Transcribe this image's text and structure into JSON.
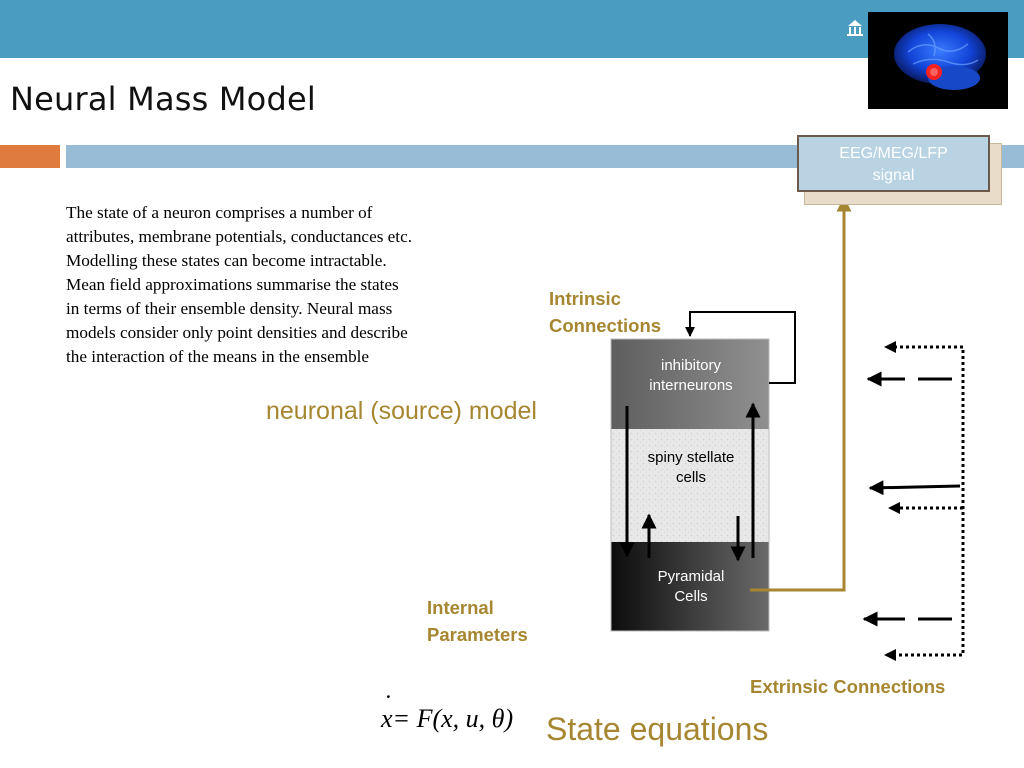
{
  "slide": {
    "title": "Neural Mass Model",
    "body_lines": [
      "The state of a neuron comprises a number of",
      "attributes, membrane potentials, conductances etc.",
      "Modelling these states can become intractable.",
      "Mean field approximations summarise the states",
      "in terms of their ensemble density. Neural mass",
      "models consider only point densities and describe",
      "the interaction of the means in the ensemble"
    ]
  },
  "diagram": {
    "signal_box": {
      "line1": "EEG/MEG/LFP",
      "line2": "signal"
    },
    "intrinsic": {
      "line1": "Intrinsic",
      "line2": "Connections"
    },
    "source_model": "neuronal (source) model",
    "internal": {
      "line1": "Internal",
      "line2": "Parameters"
    },
    "extrinsic": "Extrinsic Connections",
    "state_equations": "State equations",
    "cells": {
      "inhibitory": {
        "line1": "inhibitory",
        "line2": "interneurons"
      },
      "spiny": {
        "line1": "spiny stellate",
        "line2": "cells"
      },
      "pyramidal": {
        "line1": "Pyramidal",
        "line2": "Cells"
      }
    }
  },
  "equation": {
    "lhs": "x",
    "rhs": "= F(x, u, θ)"
  },
  "colors": {
    "header": "#4a9cc0",
    "orange": "#e07b3f",
    "band": "#98bcd6",
    "gold": "#a68630",
    "signal_box": "#b9d3e3"
  },
  "icons": [
    "building-icon",
    "brain-icon"
  ]
}
